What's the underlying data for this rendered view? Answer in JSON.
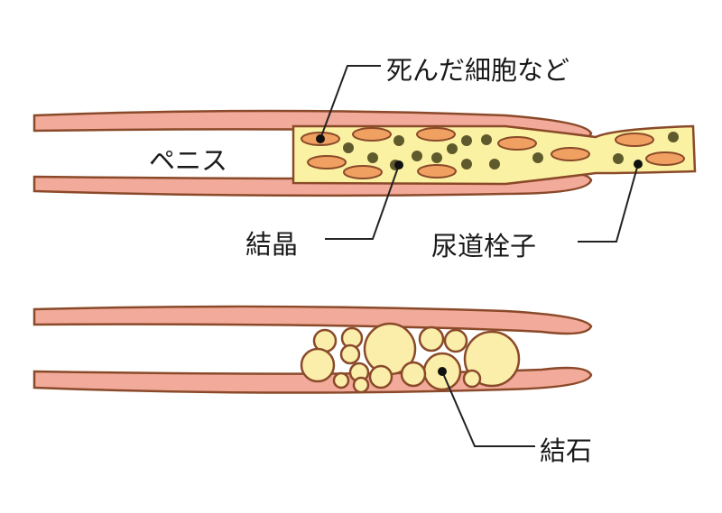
{
  "labels": {
    "dead_cells": "死んだ細胞など",
    "penis": "ペニス",
    "crystals": "結晶",
    "urethral_plug": "尿道栓子",
    "stones": "結石"
  },
  "colors": {
    "wall": "#f2aa9a",
    "outline": "#8a4a2a",
    "plug": "#fbf1a2",
    "cell": "#f0a060",
    "crystal": "#5e5a2c",
    "stone": "#fbeeaa"
  }
}
